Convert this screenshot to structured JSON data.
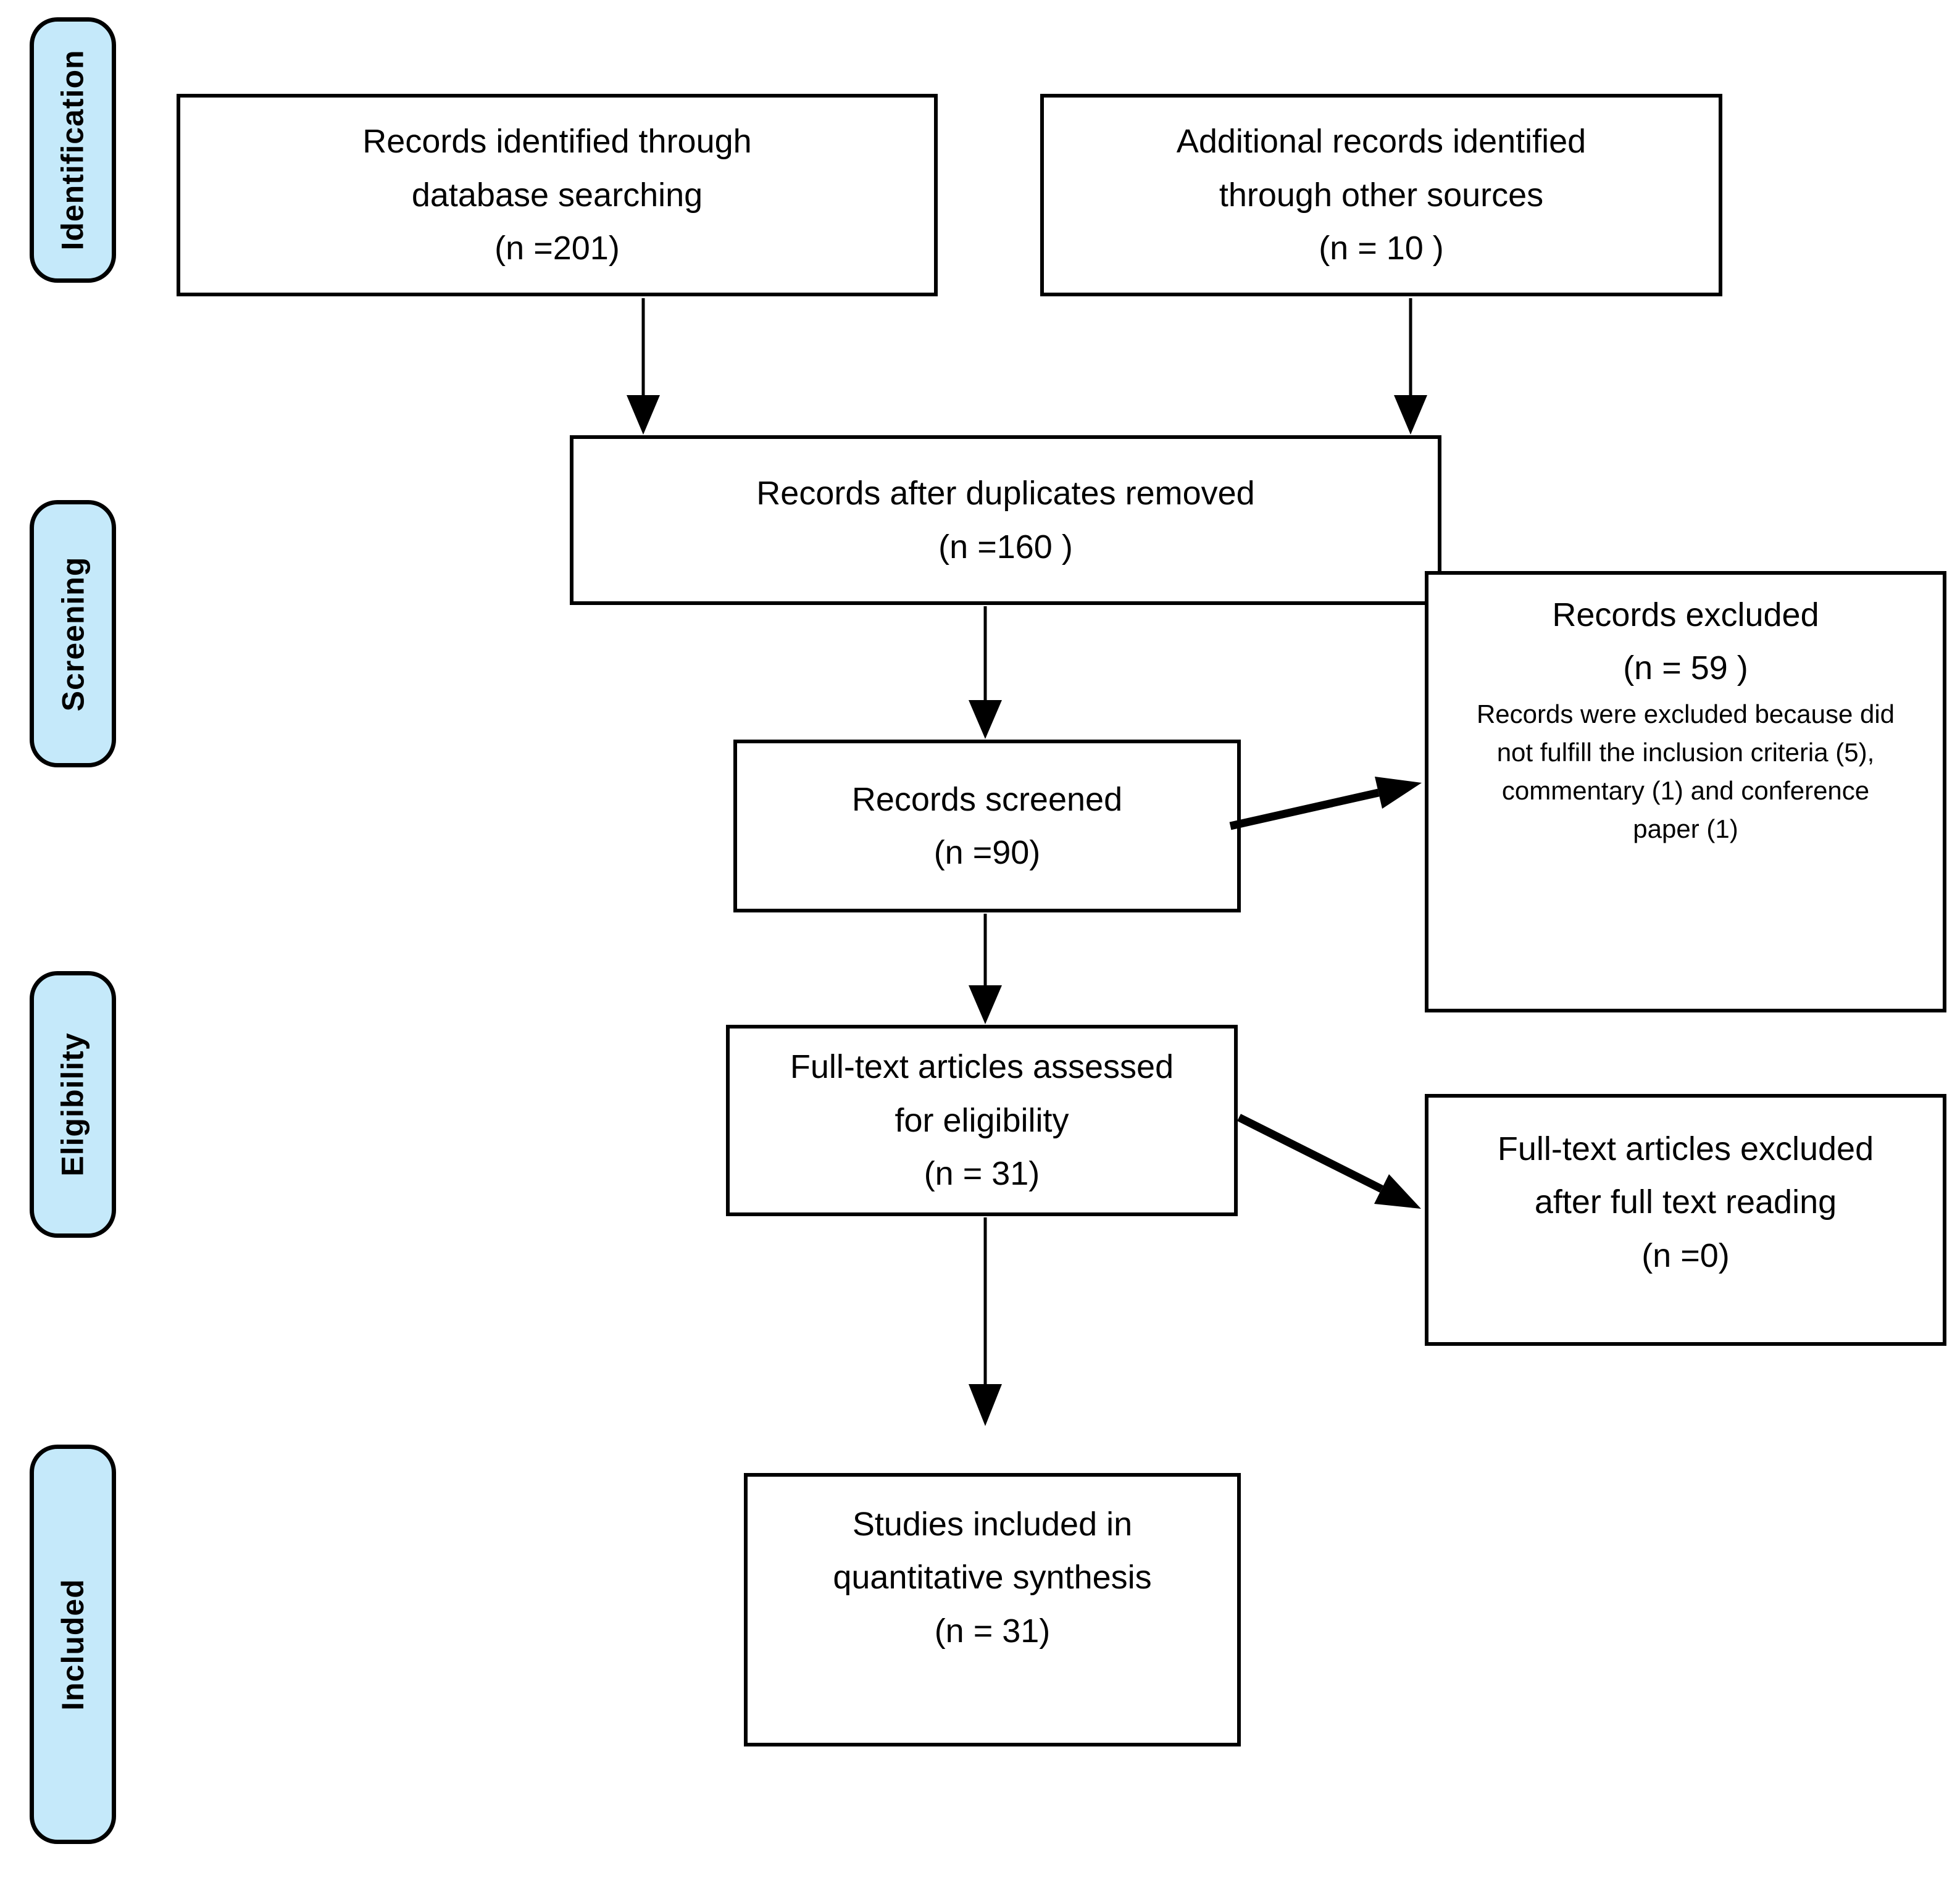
{
  "colors": {
    "stage_fill": "#C5E9FA",
    "box_fill": "#FFFFFF",
    "line": "#000000"
  },
  "stages": [
    {
      "label": "Identification"
    },
    {
      "label": "Screening"
    },
    {
      "label": "Eligibility"
    },
    {
      "label": "Included"
    }
  ],
  "boxes": {
    "records_identified": {
      "lines": [
        "Records identified through",
        "database searching",
        "(n =201)"
      ]
    },
    "additional_records": {
      "lines": [
        "Additional records identified",
        "through other sources",
        "(n = 10 )"
      ]
    },
    "after_duplicates": {
      "lines": [
        "Records after duplicates removed",
        "(n =160 )"
      ]
    },
    "records_screened": {
      "lines": [
        "Records screened",
        "(n =90)"
      ]
    },
    "records_excluded": {
      "title_lines": [
        "Records excluded",
        "(n = 59 )"
      ],
      "detail_lines": [
        "Records were excluded because did",
        "not fulfill the inclusion criteria (5),",
        "commentary (1) and conference",
        "paper (1)"
      ]
    },
    "fulltext_assessed": {
      "lines": [
        "Full-text articles assessed",
        "for eligibility",
        "(n = 31)"
      ]
    },
    "fulltext_excluded": {
      "lines": [
        "Full-text articles excluded",
        "after full text reading",
        "(n =0)"
      ]
    },
    "studies_included": {
      "lines": [
        "Studies included in",
        "quantitative synthesis",
        "(n = 31)"
      ]
    }
  }
}
